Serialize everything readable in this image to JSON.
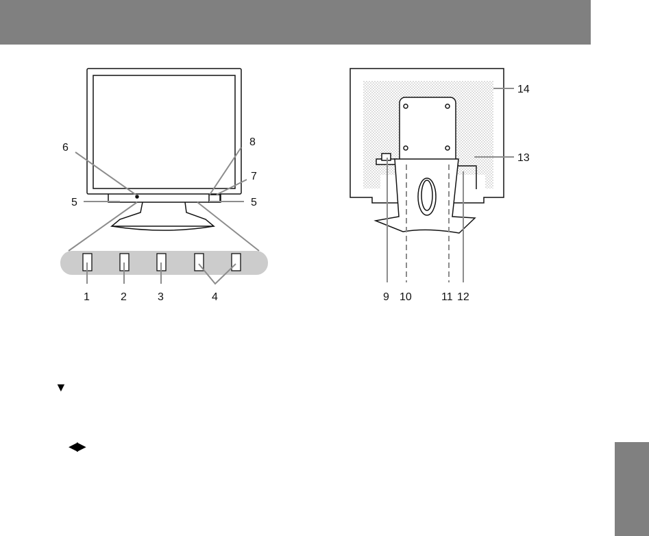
{
  "front_labels": {
    "l1": "1",
    "l2": "2",
    "l3": "3",
    "l4": "4",
    "l5a": "5",
    "l5b": "5",
    "l6": "6",
    "l7": "7",
    "l8": "8"
  },
  "rear_labels": {
    "l9": "9",
    "l10": "10",
    "l11": "11",
    "l12": "12",
    "l13": "13",
    "l14": "14"
  },
  "symbols": {
    "down": "▼",
    "left_right": "◀▶"
  },
  "colors": {
    "header": "#808080",
    "panel": "#cccccc",
    "leader": "#8c8c8c"
  }
}
